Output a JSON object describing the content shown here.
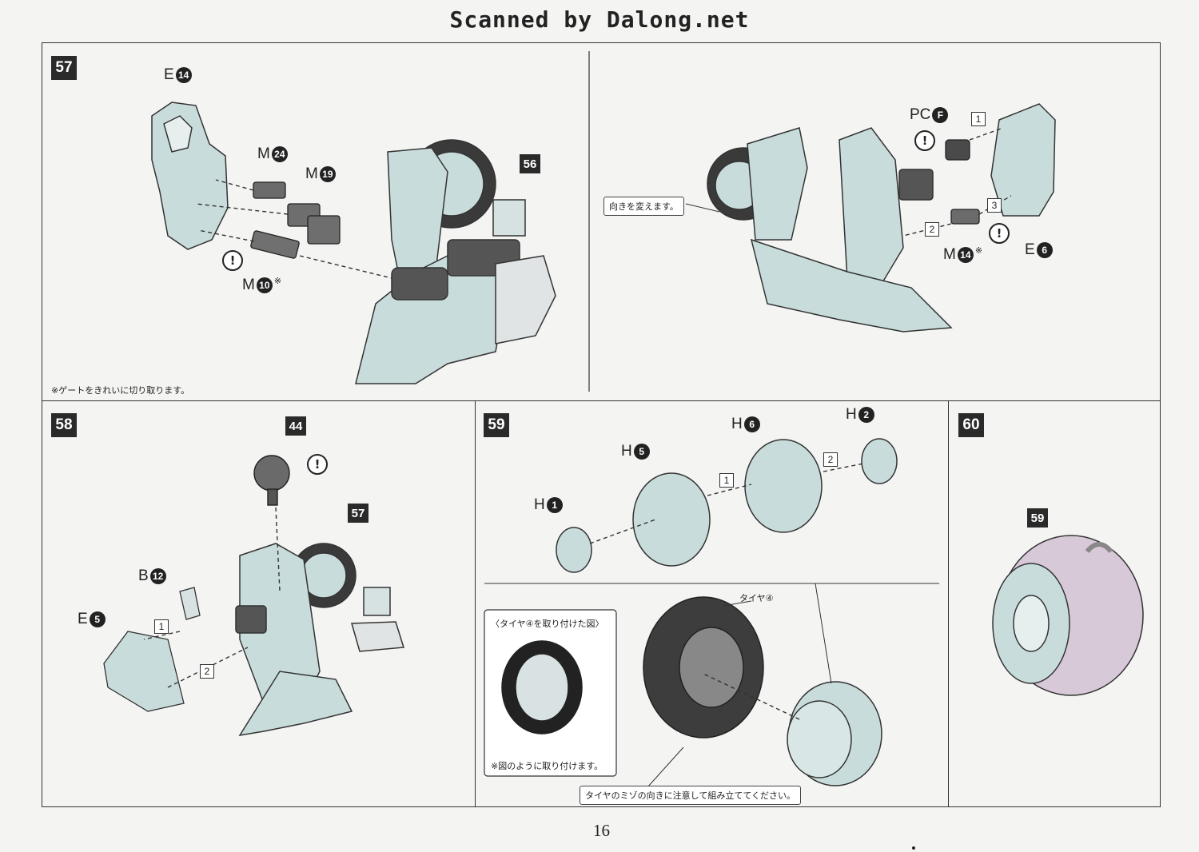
{
  "header": {
    "title": "Scanned by Dalong.net"
  },
  "page_number": "16",
  "step57": {
    "num": "57",
    "labels": {
      "e": "E",
      "e_n": "14",
      "m1": "M",
      "m1_n": "24",
      "m2": "M",
      "m2_n": "19",
      "m3": "M",
      "m3_n": "10",
      "asterisk": "※"
    },
    "ref": "56",
    "note": "※ゲートをきれいに切り取ります。",
    "callout": "向きを変えます。",
    "right": {
      "pc": "PC",
      "pc_n": "F",
      "m": "M",
      "m_n": "14",
      "asterisk": "※",
      "e": "E",
      "e_n": "6",
      "seq1": "1",
      "seq2": "2",
      "seq3": "3"
    }
  },
  "step58": {
    "num": "58",
    "ref_top": "44",
    "ref_mid": "57",
    "labels": {
      "b": "B",
      "b_n": "12",
      "e": "E",
      "e_n": "5"
    },
    "seq1": "1",
    "seq2": "2"
  },
  "step59": {
    "num": "59",
    "labels": {
      "h1": "H",
      "h1_n": "1",
      "h5": "H",
      "h5_n": "5",
      "h6": "H",
      "h6_n": "6",
      "h2": "H",
      "h2_n": "2"
    },
    "seq1": "1",
    "seq2": "2",
    "inset_title": "〈タイヤ④を取り付けた図〉",
    "inset_note": "※図のように取り付けます。",
    "tire_label": "タイヤ④",
    "bottom_note": "タイヤのミゾの向きに注意して組み立ててください。"
  },
  "step60": {
    "num": "60",
    "ref": "59"
  },
  "warning_symbol": "!"
}
